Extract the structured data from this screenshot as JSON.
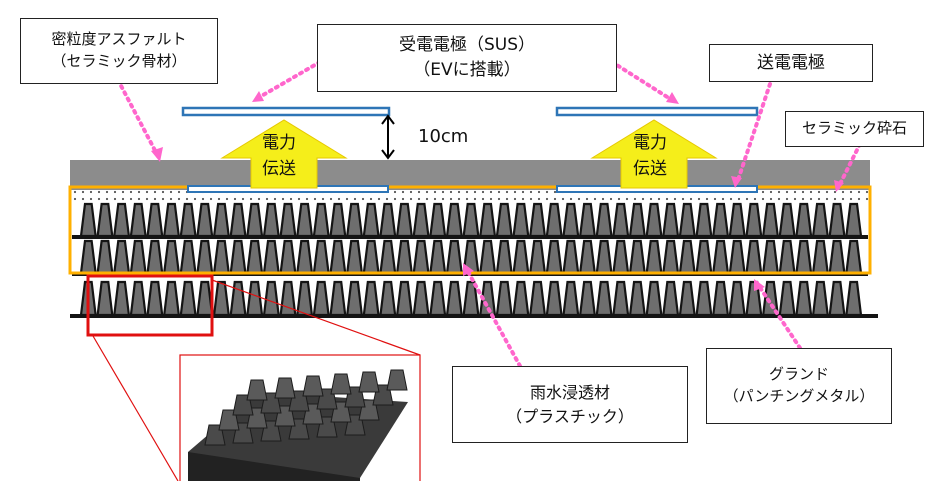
{
  "labels": {
    "asphalt_line1": "密粒度アスファルト",
    "asphalt_line2": "（セラミック骨材）",
    "receiver_line1": "受電電極（SUS）",
    "receiver_line2": "（EVに搭載）",
    "transmitter": "送電電極",
    "ceramic_gravel": "セラミック砕石",
    "gap": "10cm",
    "power_left_line1": "電力",
    "power_left_line2": "伝送",
    "power_right_line1": "電力",
    "power_right_line2": "伝送",
    "ground_line1": "グランド",
    "ground_line2": "（パンチングメタル）",
    "infiltration_line1": "雨水浸透材",
    "infiltration_line2": "（プラスチック）"
  },
  "colors": {
    "electrode": "#2e75b6",
    "arrow": "#f5ee1a",
    "asphalt": "#8c8c8c",
    "ground_frame": "#ffb000",
    "pointer": "#ff66cc",
    "zoom": "#e01010"
  }
}
